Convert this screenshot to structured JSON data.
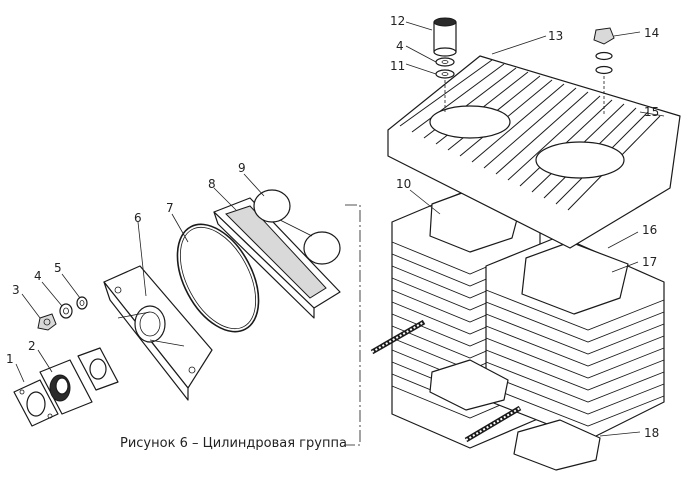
{
  "caption": "Рисунок 6 – Цилиндровая группа",
  "callouts": [
    "1",
    "2",
    "3",
    "4",
    "5",
    "6",
    "7",
    "8",
    "9",
    "10",
    "11",
    "12",
    "4",
    "13",
    "14",
    "15",
    "16",
    "17",
    "18"
  ]
}
